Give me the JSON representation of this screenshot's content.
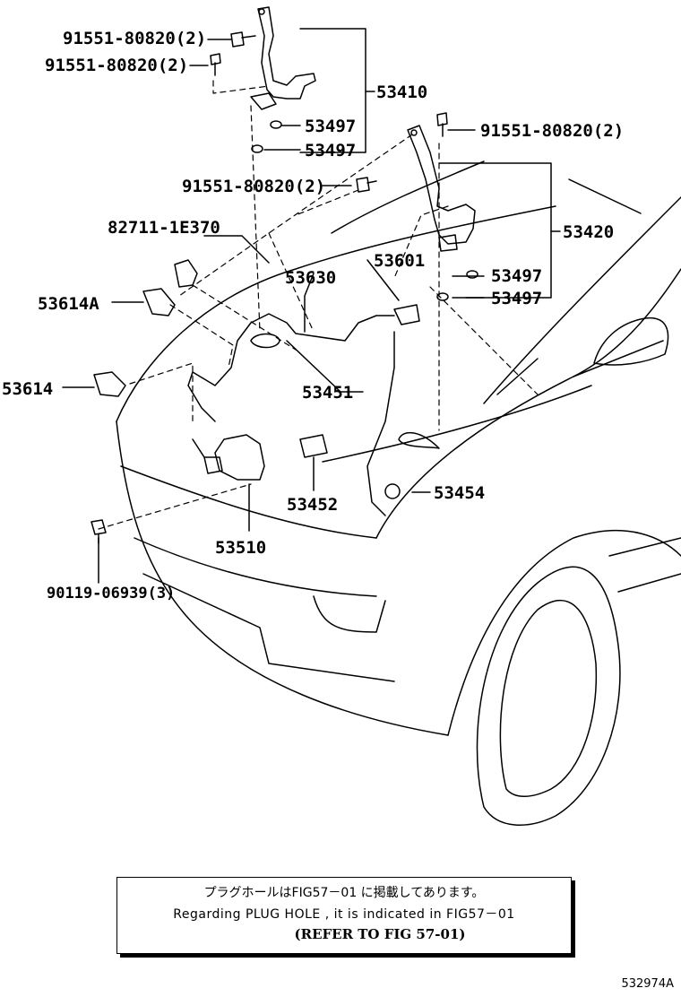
{
  "parts": {
    "p_91551_a": "91551-80820(2)",
    "p_91551_b": "91551-80820(2)",
    "p_53410": "53410",
    "p_53497_a": "53497",
    "p_53497_b": "53497",
    "p_91551_c": "91551-80820(2)",
    "p_91551_d": "91551-80820(2)",
    "p_82711": "82711-1E370",
    "p_53420": "53420",
    "p_53630": "53630",
    "p_53601": "53601",
    "p_53497_c": "53497",
    "p_53614a": "53614A",
    "p_53497_d": "53497",
    "p_53614": "53614",
    "p_53451": "53451",
    "p_53452": "53452",
    "p_53454": "53454",
    "p_53510": "53510",
    "p_90119": "90119-06939(3)"
  },
  "note": {
    "jp": "プラグホールはFIG57－01 に掲載してあります。",
    "en": "Regarding  PLUG HOLE , it is  indicated  in  FIG57－01",
    "ref": "(REFER TO FIG 57-01)"
  },
  "figure_id": "532974A"
}
